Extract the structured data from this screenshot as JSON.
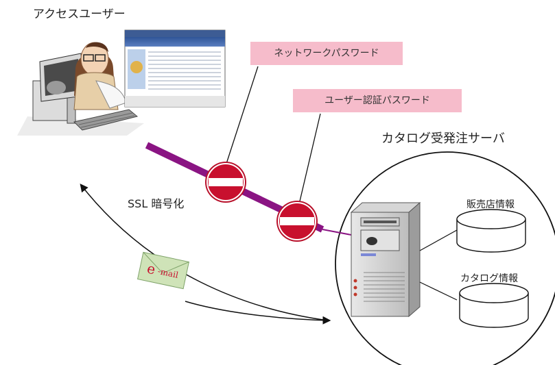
{
  "user": {
    "title": "アクセスユーザー"
  },
  "passwords": {
    "network": "ネットワークパスワード",
    "user_auth": "ユーザー認証パスワード"
  },
  "server": {
    "title": "カタログ受発注サーバ"
  },
  "ssl": {
    "label": "SSL 暗号化"
  },
  "email": {
    "label_e": "e",
    "label_rest": "-mail"
  },
  "databases": [
    {
      "label": "販売店情報"
    },
    {
      "label": "カタログ情報"
    }
  ],
  "colors": {
    "tunnel": "#8a1483",
    "stop_sign": "#c8102e",
    "pink_label": "#f6bccb",
    "email_envelope": "#cfe3b8",
    "email_text": "#c8102e"
  }
}
